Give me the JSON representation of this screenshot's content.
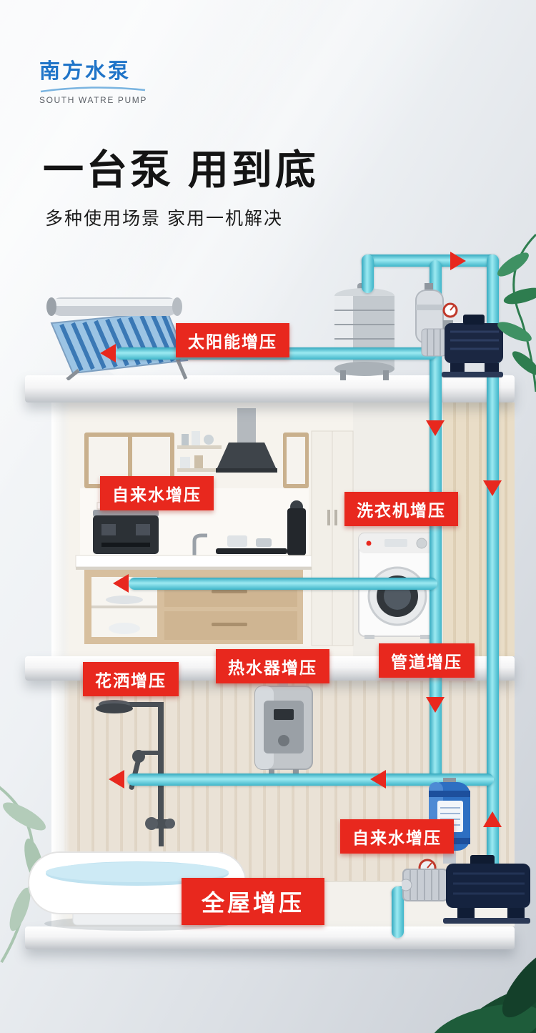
{
  "brand": {
    "name_cn": "南方水泵",
    "name_en": "SOUTH WATRE PUMP"
  },
  "hero": {
    "title": "一台泵 用到底",
    "subtitle": "多种使用场景 家用一机解决"
  },
  "scene_labels": {
    "solar": "太阳能增压",
    "kitchen_tap": "自来水增压",
    "washer": "洗衣机增压",
    "pipeline": "管道增压",
    "shower": "花洒增压",
    "water_heater": "热水器增压",
    "bottom_tap": "自来水增压",
    "whole_house": "全屋增压"
  },
  "colors": {
    "brand_blue": "#1f74c8",
    "label_red": "#e8281e",
    "pipe_cyan": "#5fcbdc",
    "arrow_red": "#e8281e"
  }
}
